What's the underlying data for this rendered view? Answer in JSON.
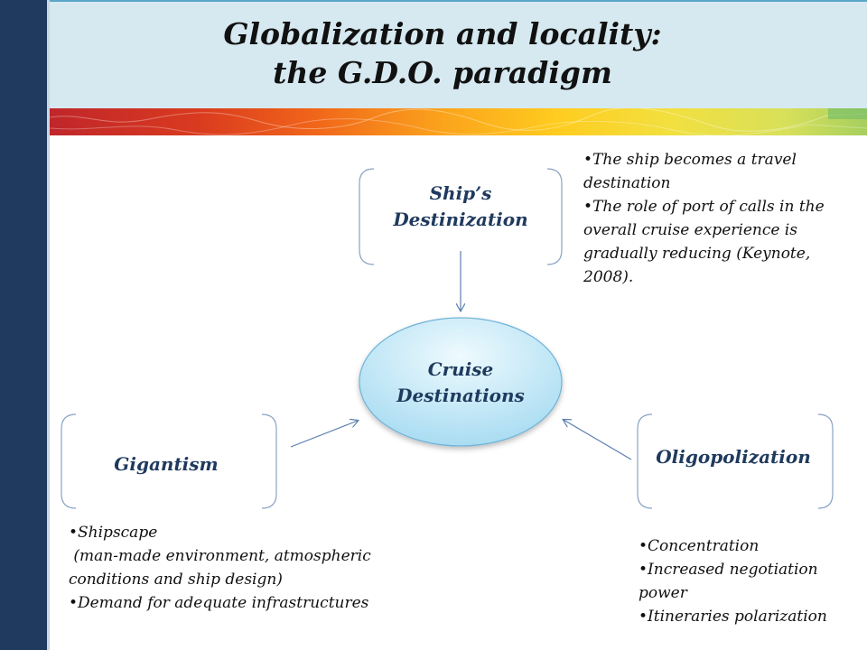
{
  "title": {
    "line1": "Globalization and locality:",
    "line2": "the G.D.O. paradigm"
  },
  "nodes": {
    "top": {
      "line1": "Ship’s",
      "line2": "Destinization"
    },
    "center": {
      "line1": "Cruise",
      "line2": "Destinations"
    },
    "left": {
      "label": "Gigantism"
    },
    "right": {
      "label": "Oligopolization"
    }
  },
  "notes": {
    "top": [
      "•The ship becomes a travel",
      "destination",
      "•The role of port of calls in the",
      "overall cruise experience is",
      "gradually reducing (Keynote,",
      "2008)."
    ],
    "left": [
      "•Shipscape",
      " (man-made environment, atmospheric",
      "conditions and ship design)",
      "•Demand for adequate infrastructures"
    ],
    "right": [
      "•Concentration",
      "•Increased negotiation",
      "power",
      "•Itineraries polarization"
    ]
  },
  "colors": {
    "sidebar": "#1f3a5e",
    "header_bg": "#d6e9f1",
    "bracket": "#8aa3c3",
    "arrow": "#5b7fb0",
    "ellipse_fill_top": "#e9f8fd",
    "ellipse_fill_bottom": "#a9dcf2"
  }
}
